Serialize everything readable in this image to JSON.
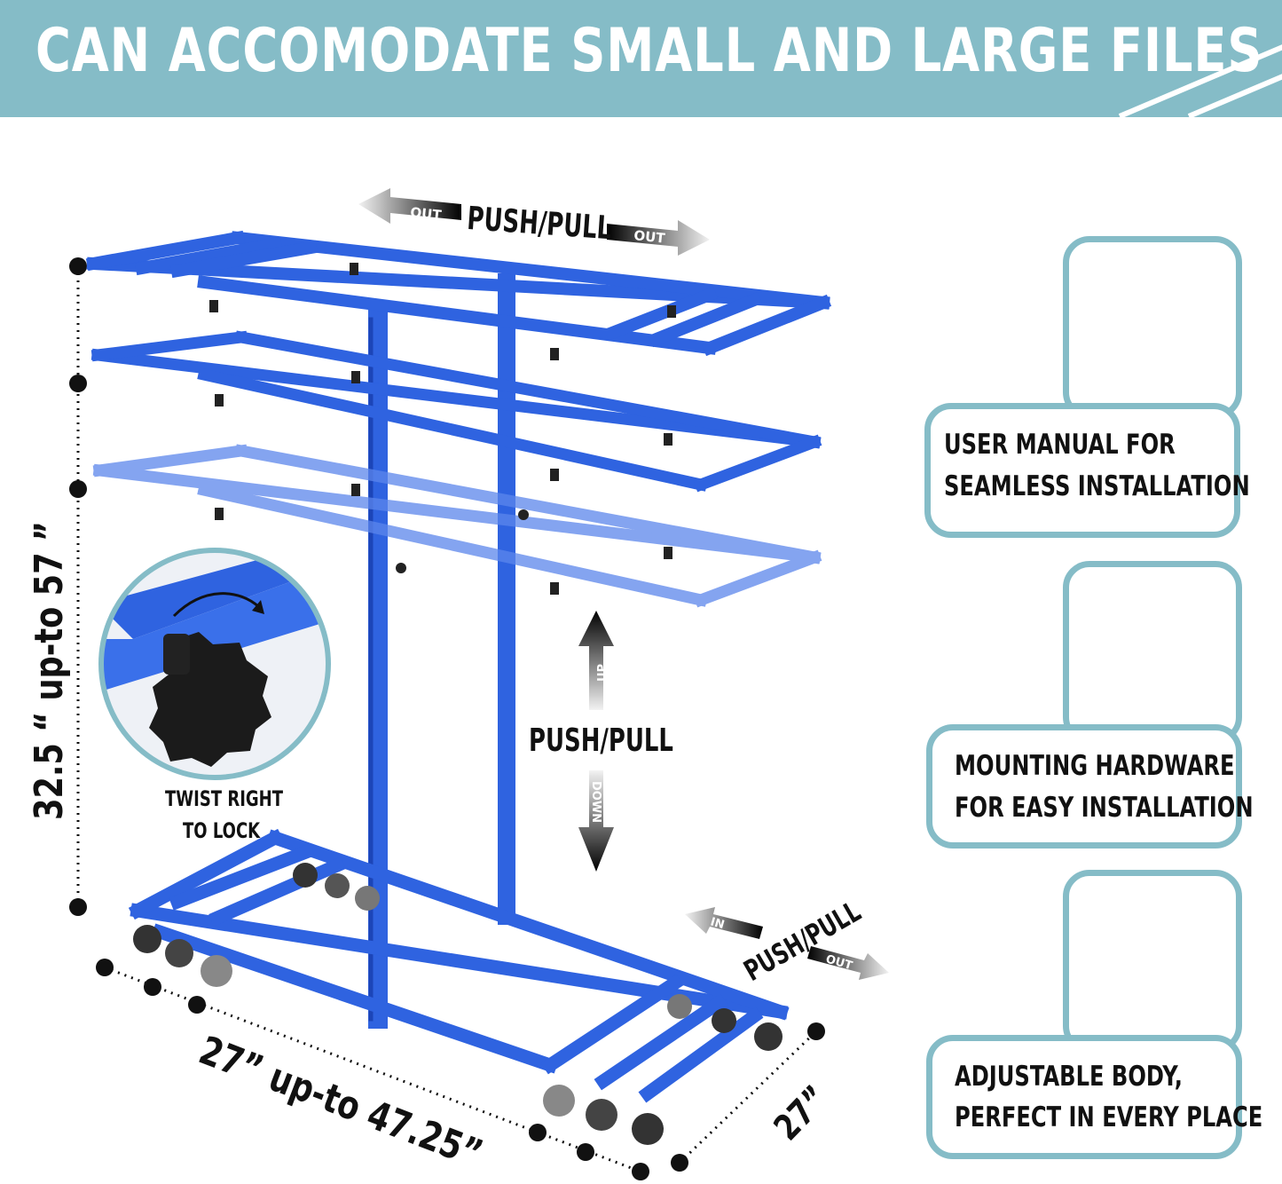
{
  "banner": {
    "title": "CAN ACCOMODATE SMALL AND LARGE FILES"
  },
  "top_arrows": {
    "label": "PUSH/PULL",
    "left_tag": "OUT",
    "right_tag": "OUT"
  },
  "vertical_arrows": {
    "label": "PUSH/PULL",
    "up_tag": "UP",
    "down_tag": "DOWN"
  },
  "base_arrows": {
    "label": "PUSH/PULL",
    "left_tag": "IN",
    "right_tag": "OUT"
  },
  "knob_inset": {
    "caption_line1": "TWIST RIGHT",
    "caption_line2": "TO LOCK"
  },
  "dimensions": {
    "height": "32.5 “  up-to  57 ”",
    "length": "27”  up-to  47.25”",
    "depth": "27”"
  },
  "features": [
    {
      "icon": "user-manual-icon",
      "line1": "USER MANUAL FOR",
      "line2": "SEAMLESS INSTALLATION"
    },
    {
      "icon": "hardware-icon",
      "line1": "MOUNTING HARDWARE",
      "line2": "FOR  EASY INSTALLATION"
    },
    {
      "icon": "gear-cycle-icon",
      "line1": "ADJUSTABLE BODY,",
      "line2": "PERFECT IN EVERY PLACE"
    }
  ],
  "colors": {
    "accent": "#85bcc7",
    "frame": "#2f63e0",
    "text": "#111111"
  }
}
